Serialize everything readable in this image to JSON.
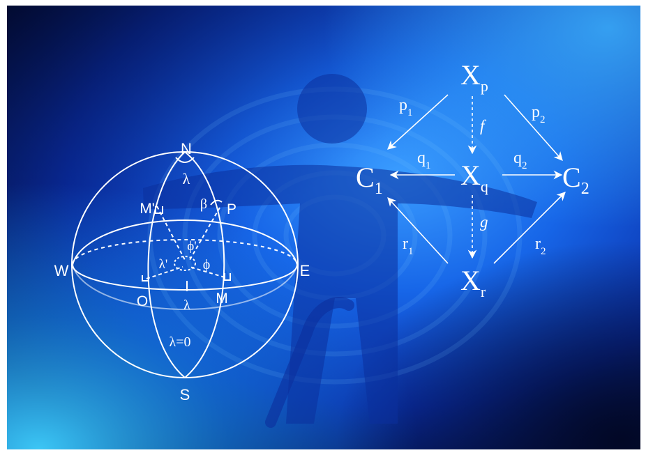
{
  "sphere": {
    "north": "N",
    "south": "S",
    "west": "W",
    "east": "E",
    "origin": "O",
    "m_point": "M",
    "m_prime": "M'",
    "p_point": "P",
    "lambda_top": "λ",
    "lambda_bottom": "λ",
    "lambda_prime": "λ'",
    "beta": "β",
    "phi": "ϕ",
    "phi_prime": "ϕ'",
    "lambda_zero": "λ=0"
  },
  "diagram": {
    "xp_base": "X",
    "xp_sub": "p",
    "xq_base": "X",
    "xq_sub": "q",
    "xr_base": "X",
    "xr_sub": "r",
    "c1_base": "C",
    "c1_sub": "1",
    "c2_base": "C",
    "c2_sub": "2",
    "p1_base": "p",
    "p1_sub": "1",
    "p2_base": "p",
    "p2_sub": "2",
    "q1_base": "q",
    "q1_sub": "1",
    "q2_base": "q",
    "q2_sub": "2",
    "r1_base": "r",
    "r1_sub": "1",
    "r2_base": "r",
    "r2_sub": "2",
    "f": "f",
    "g": "g"
  },
  "colors": {
    "deep_navy": "#050f3a",
    "royal_blue": "#0a3fc4",
    "bright_blue": "#1a8cff",
    "cyan_glow": "#3fd0ff",
    "line": "#ffffff"
  }
}
